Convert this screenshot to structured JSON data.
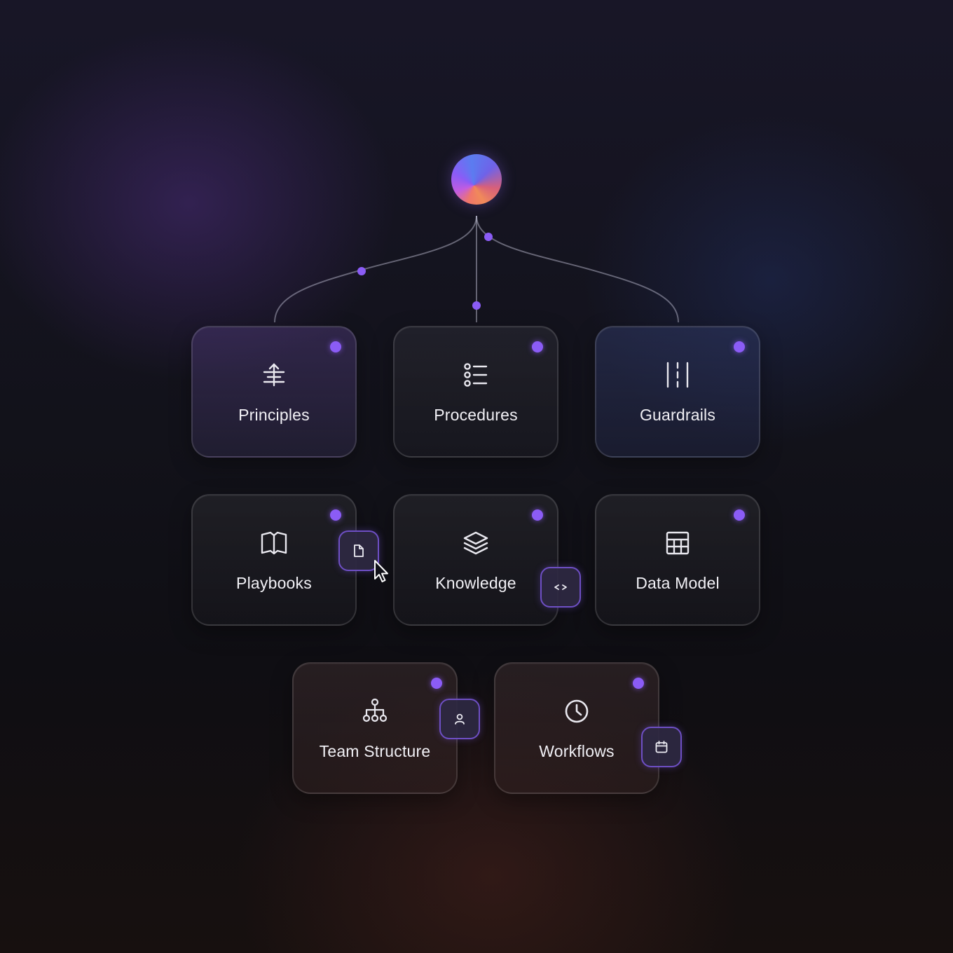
{
  "diagram": {
    "cards": [
      {
        "label": "Principles",
        "icon": "align-center-icon"
      },
      {
        "label": "Procedures",
        "icon": "list-icon"
      },
      {
        "label": "Guardrails",
        "icon": "lanes-icon"
      },
      {
        "label": "Playbooks",
        "icon": "book-icon"
      },
      {
        "label": "Knowledge",
        "icon": "layers-icon"
      },
      {
        "label": "Data Model",
        "icon": "table-icon"
      },
      {
        "label": "Team Structure",
        "icon": "org-chart-icon"
      },
      {
        "label": "Workflows",
        "icon": "clock-icon"
      }
    ],
    "chips": [
      {
        "icon": "file-icon"
      },
      {
        "icon": "code-icon"
      },
      {
        "icon": "user-icon"
      },
      {
        "icon": "calendar-icon"
      }
    ]
  },
  "colors": {
    "accent": "#8b5cf6",
    "card_text": "#f1f0f5",
    "chip_border": "#6e4fc4"
  }
}
